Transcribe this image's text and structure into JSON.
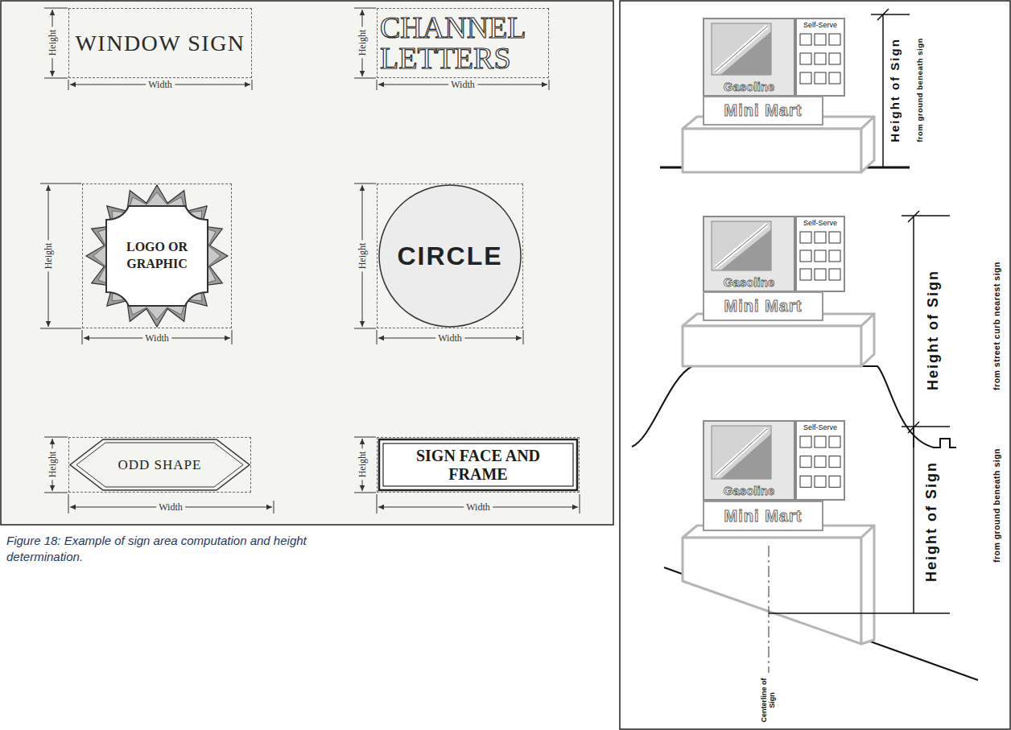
{
  "diagram": {
    "caption": "Figure 18: Example of sign area computation and height determination.",
    "nodes": [
      {
        "text": [
          "WINDOW SIGN"
        ]
      },
      {
        "text": [
          "CHANNEL LETTERS"
        ]
      },
      {
        "text": [
          "LOGO OR GRAPHIC"
        ]
      },
      {
        "text": [
          "CIRCLE"
        ]
      },
      {
        "text": [
          "ODD SHAPE"
        ]
      },
      {
        "text": [
          "SIGN FACE AND FRAME"
        ]
      },
      {
        "text": [
          "Gasoline"
        ]
      },
      {
        "text": [
          "Self-Serve"
        ]
      },
      {
        "text": [
          "Mini Mart"
        ]
      },
      {
        "text": [
          "Gasoline"
        ]
      },
      {
        "text": [
          "Self-Serve"
        ]
      },
      {
        "text": [
          "Mini Mart"
        ]
      },
      {
        "text": [
          "Gasoline"
        ]
      },
      {
        "text": [
          "Self-Serve"
        ]
      },
      {
        "text": [
          "Mini Mart"
        ]
      }
    ],
    "labels": [
      "Height",
      "Width",
      "Height",
      "Width",
      "Height",
      "Width",
      "Height",
      "Width",
      "Height",
      "Width",
      "Height",
      "Width",
      "Height of Sign",
      "from ground beneath sign",
      "Height of Sign",
      "from street curb nearest sign",
      "Height of Sign",
      "from ground beneath sign",
      "Centerline of Sign"
    ]
  }
}
